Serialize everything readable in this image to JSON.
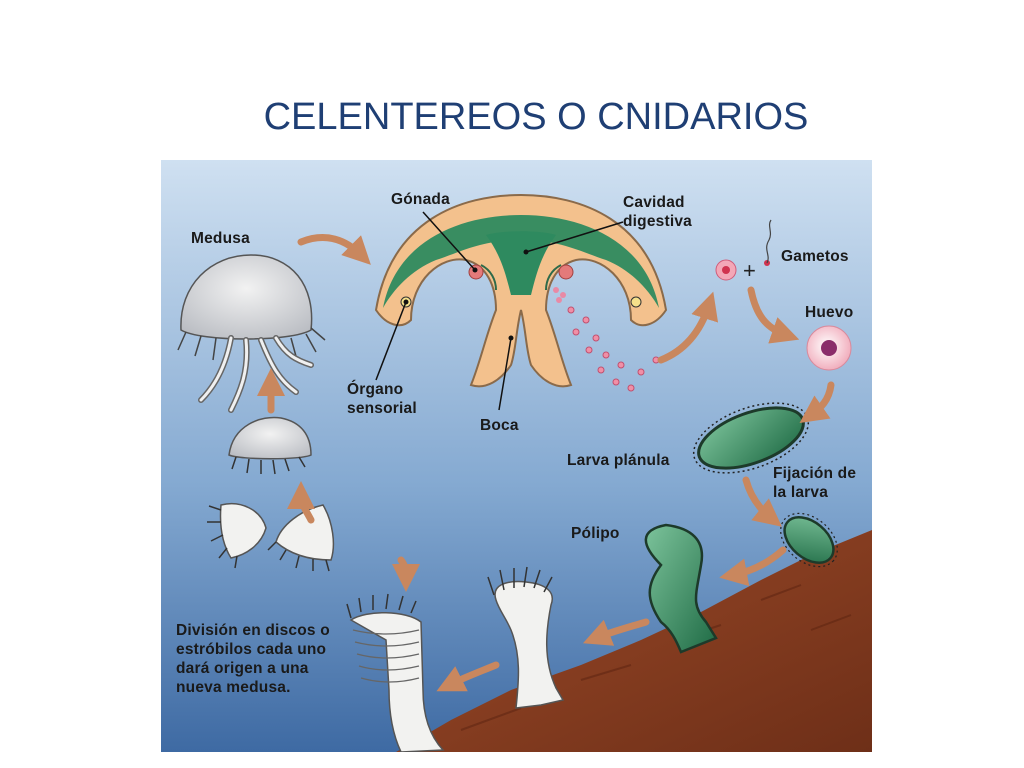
{
  "title": "CELENTEREOS O CNIDARIOS",
  "labels": {
    "medusa": "Medusa",
    "gonada": "Gónada",
    "cavidad_digestiva": "Cavidad digestiva",
    "gametos": "Gametos",
    "huevo": "Huevo",
    "organo_sensorial": "Órgano sensorial",
    "boca": "Boca",
    "larva_planula": "Larva plánula",
    "fijacion_larva": "Fijación de la larva",
    "polipo": "Pólipo",
    "division": "División en discos o estróbilos cada uno dará origen a una nueva medusa."
  },
  "colors": {
    "water_top": "#c9dcef",
    "water_bottom": "#3f6ea8",
    "rock": "#8a3f22",
    "tissue": "#f3c18d",
    "gut": "#2e8a5f",
    "arrow": "#c9875e"
  }
}
